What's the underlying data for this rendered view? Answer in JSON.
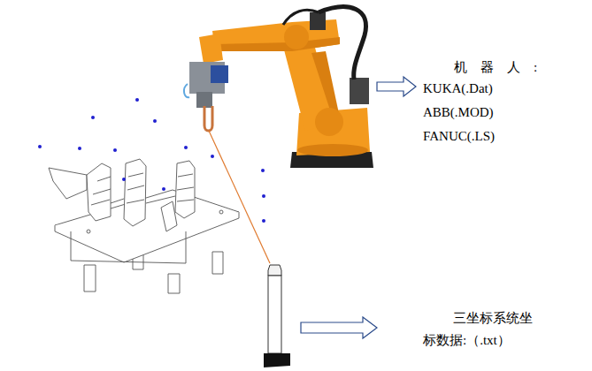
{
  "diagram": {
    "labels": [
      "机器人:",
      "KUKA(.Dat)",
      "ABB(.MOD)",
      "FANUC(.LS)",
      "三坐标系统坐标数据:（.txt）"
    ]
  }
}
